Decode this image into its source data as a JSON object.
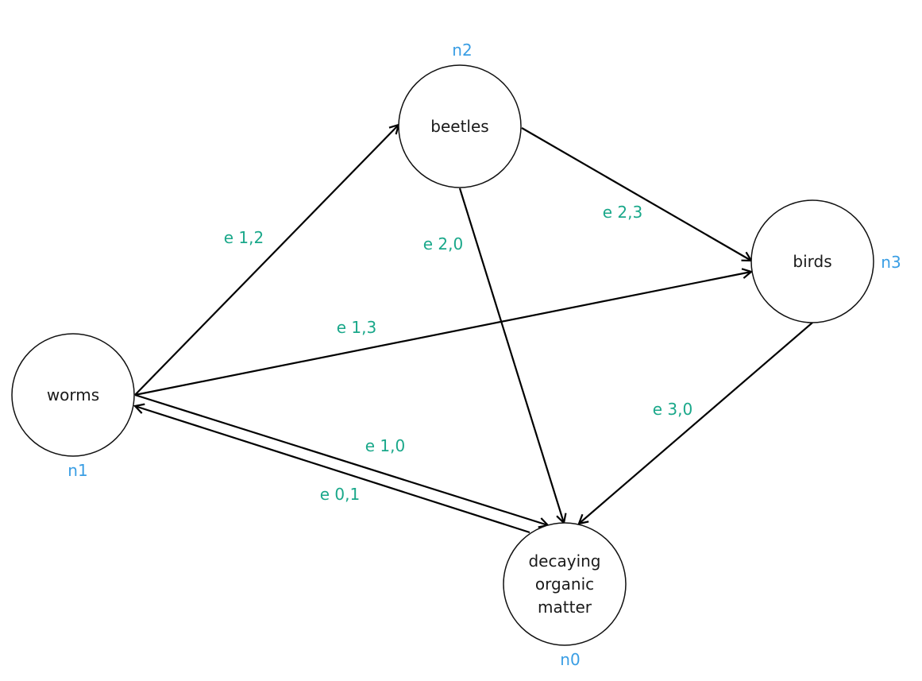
{
  "colors": {
    "node_id": "#3a9ee4",
    "edge_label": "#1aa88a",
    "edge": "#000000",
    "node_border": "#111111",
    "node_text": "#1a1a1a"
  },
  "nodes": [
    {
      "id": "n0",
      "lines": [
        "decaying",
        "organic",
        "matter"
      ]
    },
    {
      "id": "n1",
      "lines": [
        "worms"
      ]
    },
    {
      "id": "n2",
      "lines": [
        "beetles"
      ]
    },
    {
      "id": "n3",
      "lines": [
        "birds"
      ]
    }
  ],
  "edges": [
    {
      "label": "e 1,2",
      "from": "n1",
      "to": "n2"
    },
    {
      "label": "e 2,3",
      "from": "n2",
      "to": "n3"
    },
    {
      "label": "e 2,0",
      "from": "n2",
      "to": "n0"
    },
    {
      "label": "e 1,3",
      "from": "n1",
      "to": "n3"
    },
    {
      "label": "e 3,0",
      "from": "n3",
      "to": "n0"
    },
    {
      "label": "e 1,0",
      "from": "n1",
      "to": "n0"
    },
    {
      "label": "e 0,1",
      "from": "n0",
      "to": "n1"
    }
  ]
}
